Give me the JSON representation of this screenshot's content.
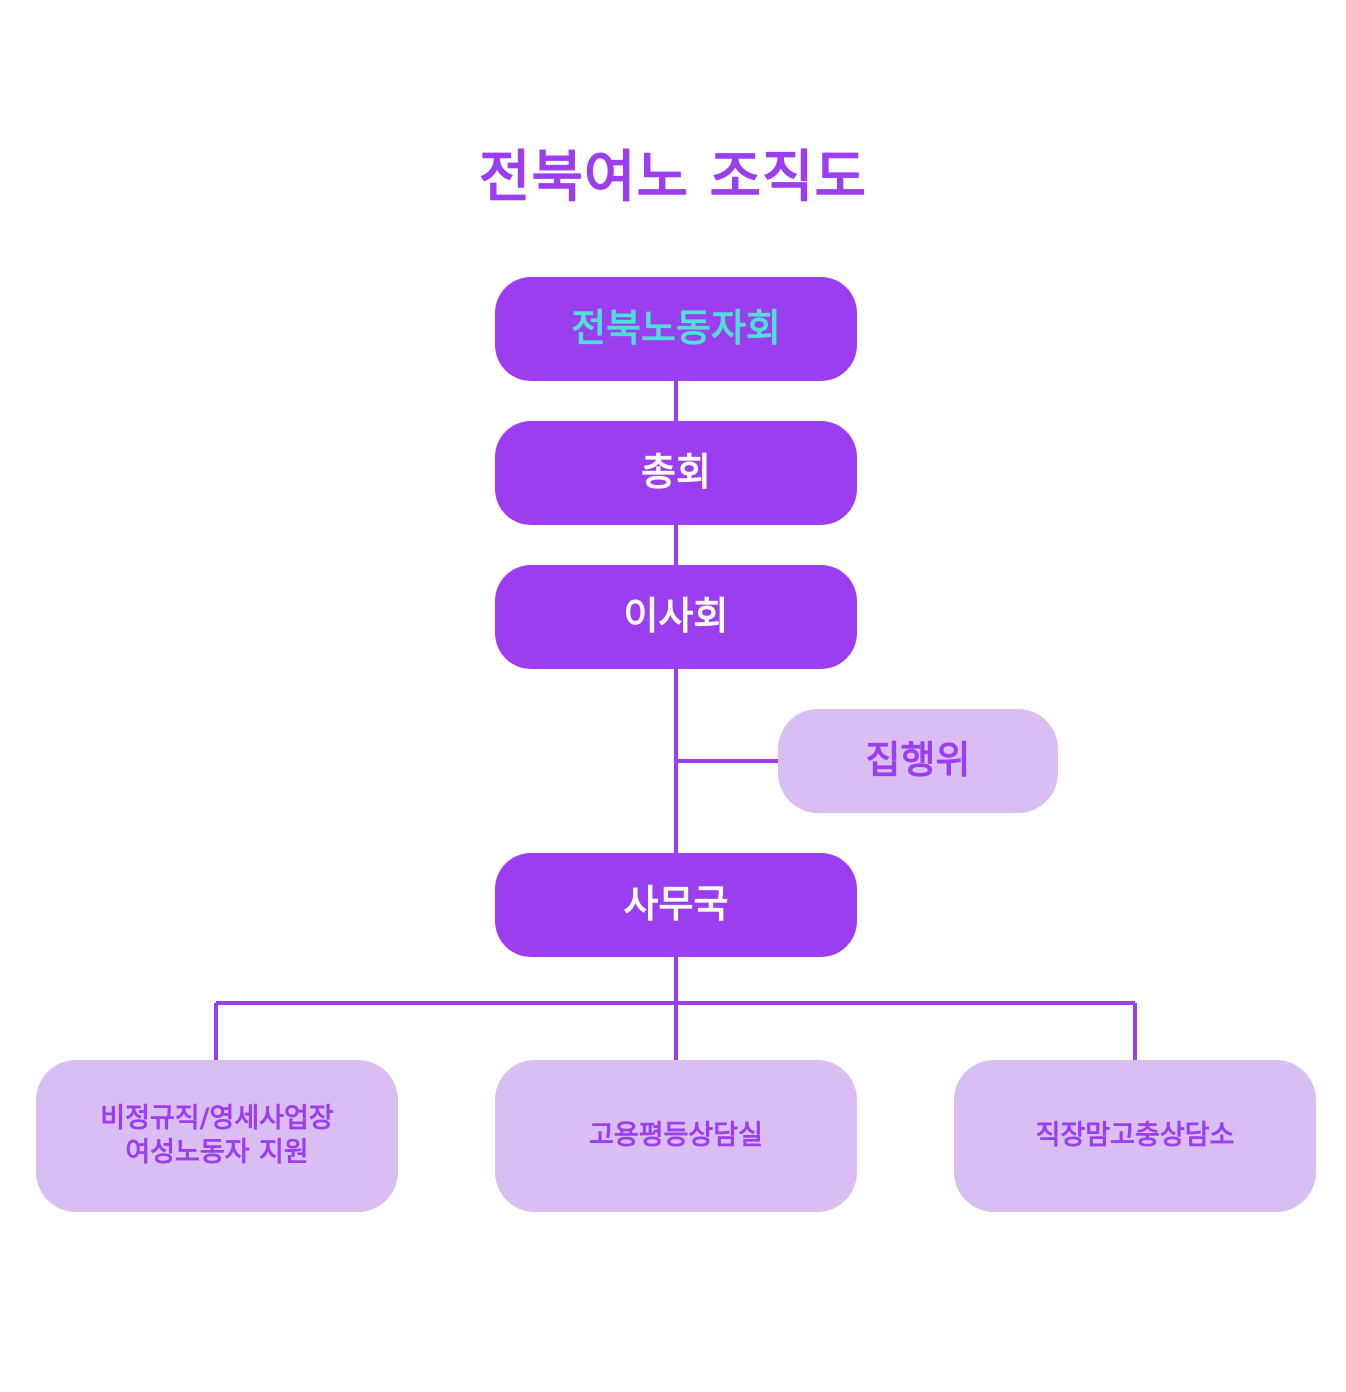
{
  "title": "전북여노 조직도",
  "colors": {
    "primary": "#9b3ef0",
    "secondary": "#d9bdf3",
    "primary_text": "#ffffff",
    "highlight_text": "#4ee0d6",
    "line": "#9b3ef0"
  },
  "nodes": {
    "root": "전북노동자회",
    "general_assembly": "총회",
    "board": "이사회",
    "executive_committee": "집행위",
    "secretariat": "사무국",
    "support_center": "비정규직/영세사업장\n여성노동자 지원",
    "equality_counseling": "고용평등상담실",
    "working_mom_counseling": "직장맘고충상담소"
  }
}
